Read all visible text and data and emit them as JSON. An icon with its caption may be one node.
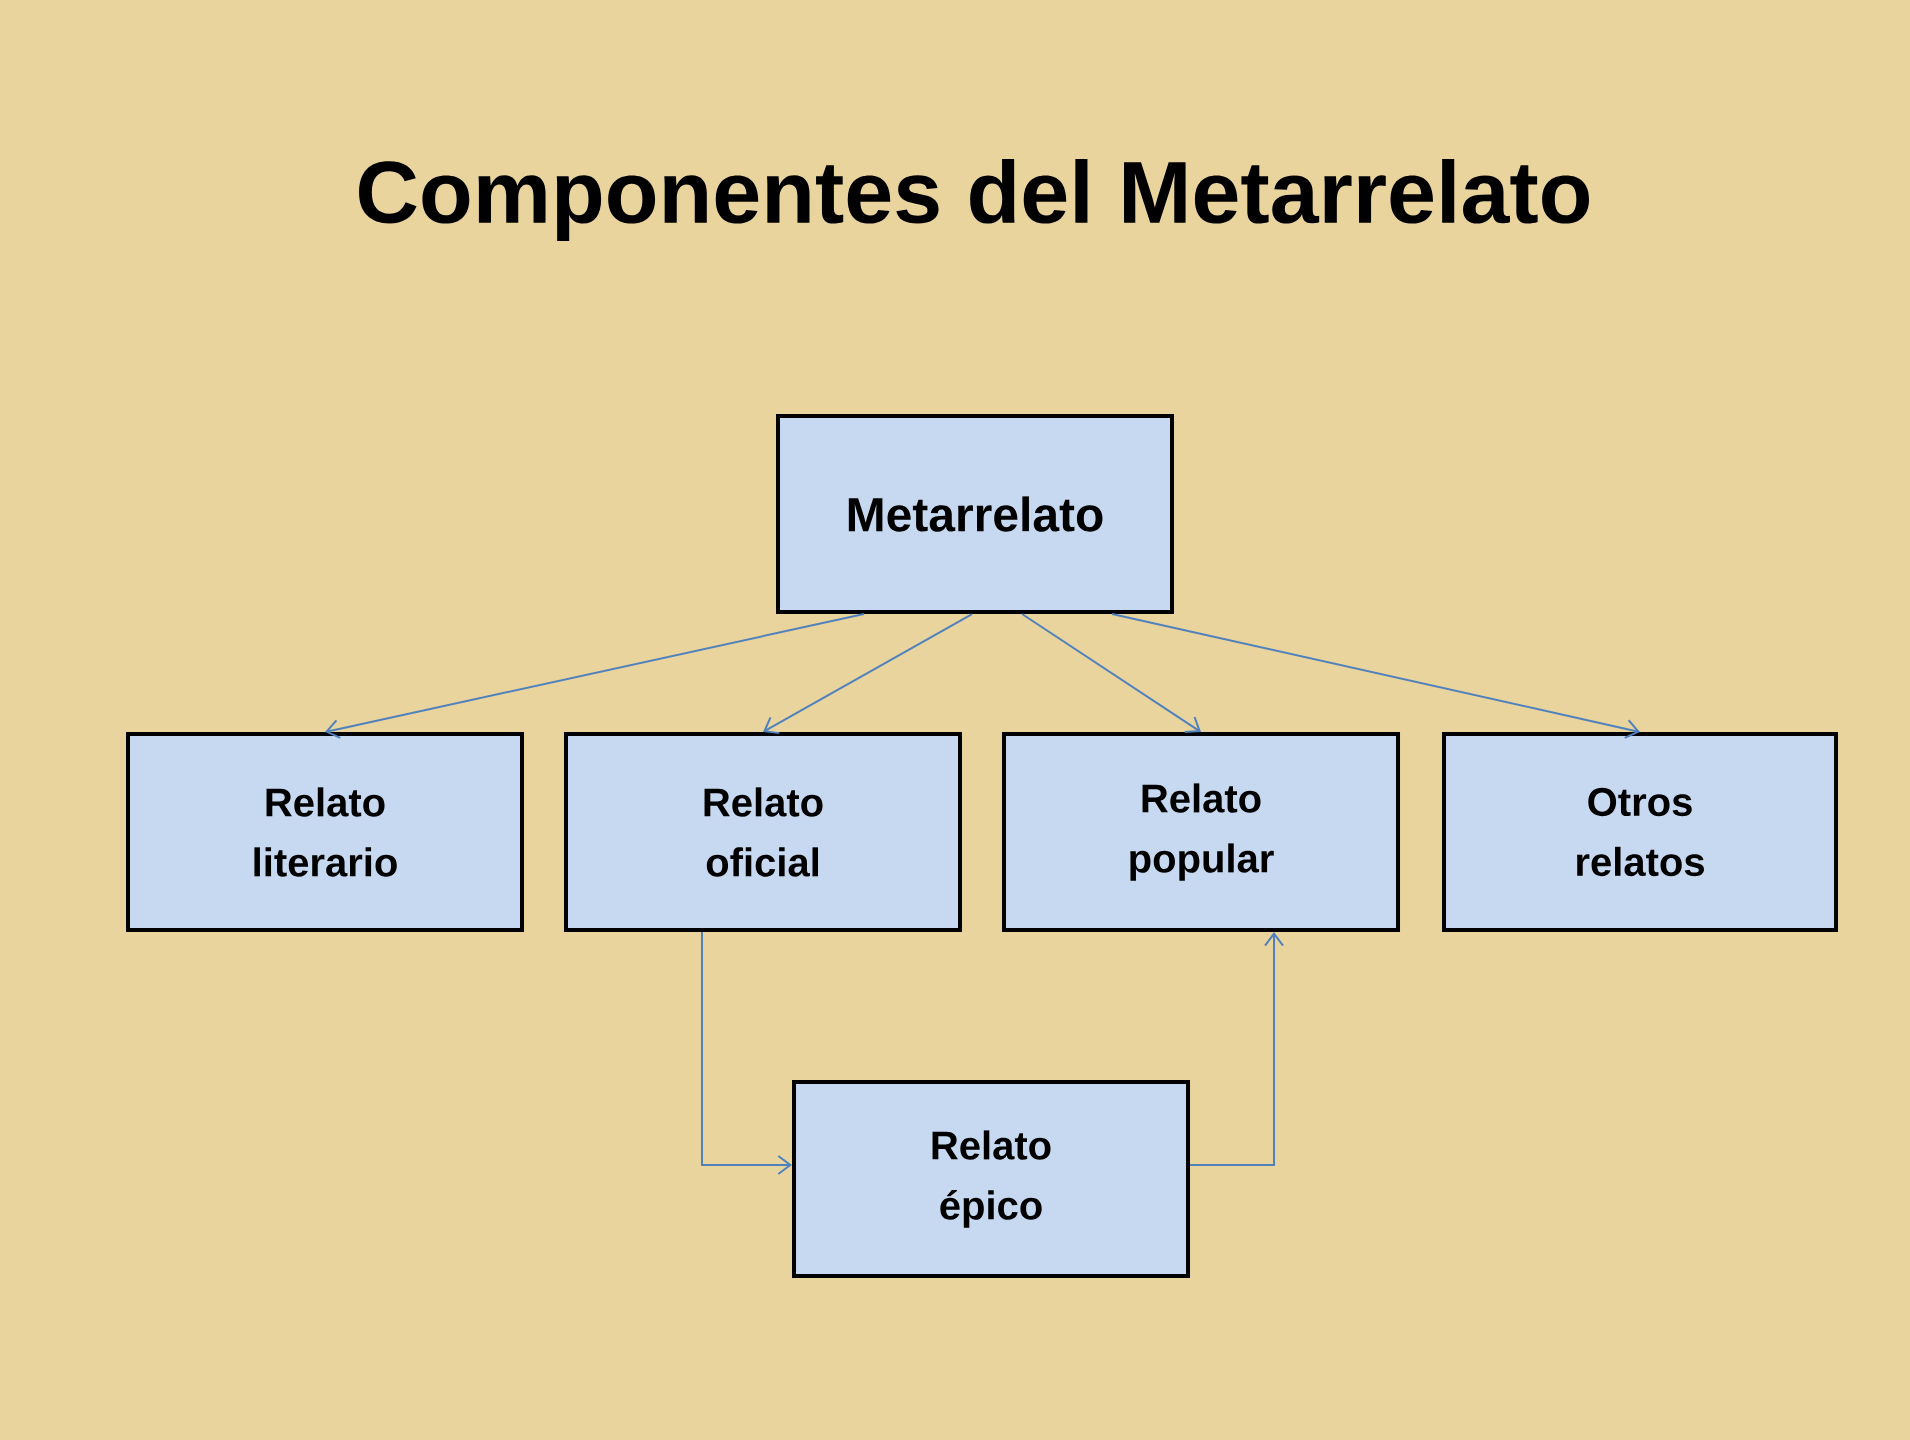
{
  "diagram": {
    "title": "Componentes del Metarrelato",
    "nodes": [
      {
        "text": [
          "Metarrelato"
        ]
      },
      {
        "text": [
          "Relato literario"
        ]
      },
      {
        "text": [
          "Relato oficial"
        ]
      },
      {
        "text": [
          "Relato popular"
        ]
      },
      {
        "text": [
          "Otros relatos"
        ]
      },
      {
        "text": [
          "Relato épico"
        ]
      }
    ],
    "edges": [
      {
        "from": 0,
        "to": 1,
        "arrow": "to"
      },
      {
        "from": 0,
        "to": 2,
        "arrow": "to"
      },
      {
        "from": 0,
        "to": 3,
        "arrow": "to"
      },
      {
        "from": 0,
        "to": 4,
        "arrow": "to"
      },
      {
        "from": 2,
        "to": 5,
        "arrow": "to"
      },
      {
        "from": 5,
        "to": 3,
        "arrow": "to"
      }
    ]
  }
}
